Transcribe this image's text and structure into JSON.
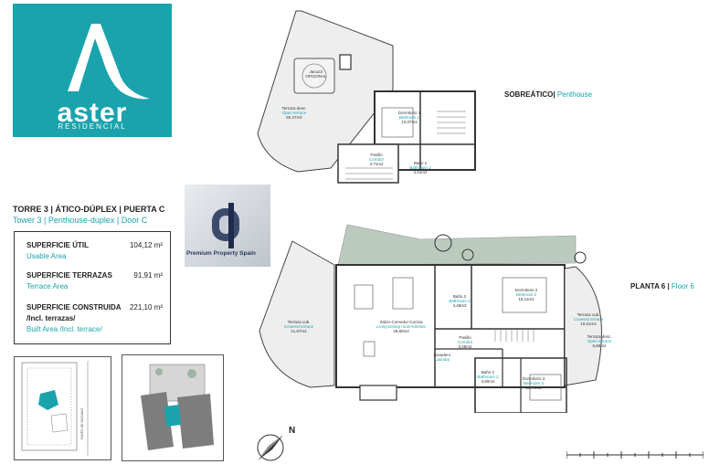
{
  "logo": {
    "name": "aster",
    "subtitle": "RESIDENCIAL"
  },
  "watermark": {
    "brand": "Premium Property Spain"
  },
  "unit": {
    "title_es": "TORRE 3 | ÁTICO-DÚPLEX | PUERTA C",
    "title_en": "Tower 3 | Penthouse-duplex | Door C"
  },
  "summary": [
    {
      "label_es": "SUPERFICIE ÚTIL",
      "label_en": "Usable Area",
      "value": "104,12 m²"
    },
    {
      "label_es": "SUPERFICIE TERRAZAS",
      "label_en": "Terrace Area",
      "value": "91,91 m²"
    },
    {
      "label_es": "SUPERFICIE CONSTRUIDA",
      "label_es2": "/Incl. terrazas/",
      "label_en": "Built Area /Incl. terrace/",
      "value": "221,10 m²"
    }
  ],
  "levels": {
    "upper": {
      "es": "SOBREÁTICO|",
      "en": "Penthouse"
    },
    "lower": {
      "es": "PLANTA 6 |",
      "en": "Floor 6"
    }
  },
  "rooms_upper": [
    {
      "es": "Jacuzzi",
      "en": "OPCIONAL",
      "area": ""
    },
    {
      "es": "Terraza desc.",
      "en": "Open terrace",
      "area": "50,47m2"
    },
    {
      "es": "Dormitorio 1",
      "en": "Bedroom 1",
      "area": "13,07m2"
    },
    {
      "es": "Pasillo",
      "en": "Corridor",
      "area": "3,71m2"
    },
    {
      "es": "Baño 1",
      "en": "Bathroom 1",
      "area": "4,41m2"
    }
  ],
  "rooms_lower": [
    {
      "es": "Terraza cub.",
      "en": "Covered terrace",
      "area": "11,87m2"
    },
    {
      "es": "Salón-Comedor-Cocina",
      "en": "Living-Dining room-Kitchen",
      "area": "29,80m2"
    },
    {
      "es": "Baño 2",
      "en": "Bathroom 2",
      "area": "4,48m2"
    },
    {
      "es": "Dormitorio 2",
      "en": "Bedroom 2",
      "area": "16,11m2"
    },
    {
      "es": "Pasillo",
      "en": "Corridor",
      "area": "3,45m2"
    },
    {
      "es": "Lavadero",
      "en": "Laundry",
      "area": ""
    },
    {
      "es": "Baño 2",
      "en": "Bathroom 2",
      "area": "4,80m2"
    },
    {
      "es": "Dormitorio 3",
      "en": "Bedroom 3",
      "area": "13,78m2"
    },
    {
      "es": "Terraza cub.",
      "en": "Covered terrace",
      "area": "10,61m2"
    },
    {
      "es": "Terraza desc.",
      "en": "Open terrace",
      "area": "6,66m2"
    }
  ],
  "compass": {
    "north": "N"
  },
  "keyplan": {
    "street": "PASEO DE MOSANO"
  },
  "colors": {
    "brand": "#1aa3ad",
    "wall": "#333333",
    "greenery": "#9fb5a3",
    "hatch": "#bfbfbf"
  }
}
